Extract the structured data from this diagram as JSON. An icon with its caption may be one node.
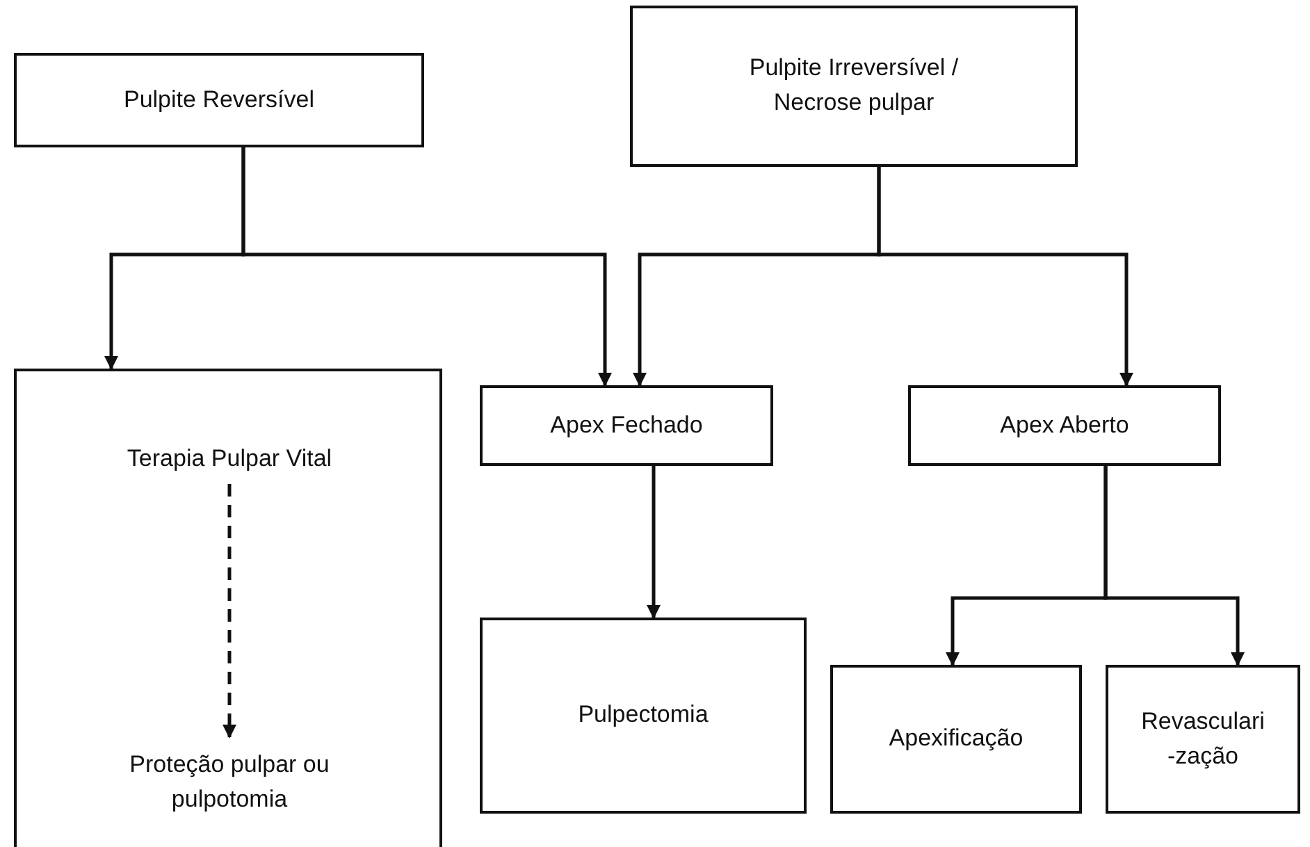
{
  "diagram": {
    "nodes": [
      {
        "text": [
          "Pulpite Reversível"
        ]
      },
      {
        "text": [
          "Pulpite Irreversível / Necrose pulpar"
        ]
      },
      {
        "text": [],
        "shape": "box"
      },
      {
        "text": [
          "Terapia Pulpar Vital"
        ],
        "in": 2
      },
      {
        "text": [
          "Proteção pulpar ou pulpotomia"
        ],
        "in": 2
      },
      {
        "text": [
          "Apex Fechado"
        ]
      },
      {
        "text": [
          "Apex Aberto"
        ]
      },
      {
        "text": [
          "Pulpectomia"
        ]
      },
      {
        "text": [
          "Apexificação"
        ]
      },
      {
        "text": [
          "Revasculari -zação"
        ]
      }
    ],
    "edges": [
      {
        "from": 0,
        "to": 2,
        "arrow": "to"
      },
      {
        "from": 0,
        "to": 5,
        "arrow": "to"
      },
      {
        "from": 1,
        "to": 5,
        "arrow": "to"
      },
      {
        "from": 1,
        "to": 6,
        "arrow": "to"
      },
      {
        "from": 3,
        "to": 4,
        "arrow": "to",
        "style": "dashed"
      },
      {
        "from": 5,
        "to": 7,
        "arrow": "to"
      },
      {
        "from": 6,
        "to": 8,
        "arrow": "to"
      },
      {
        "from": 6,
        "to": 9,
        "arrow": "to"
      }
    ]
  }
}
